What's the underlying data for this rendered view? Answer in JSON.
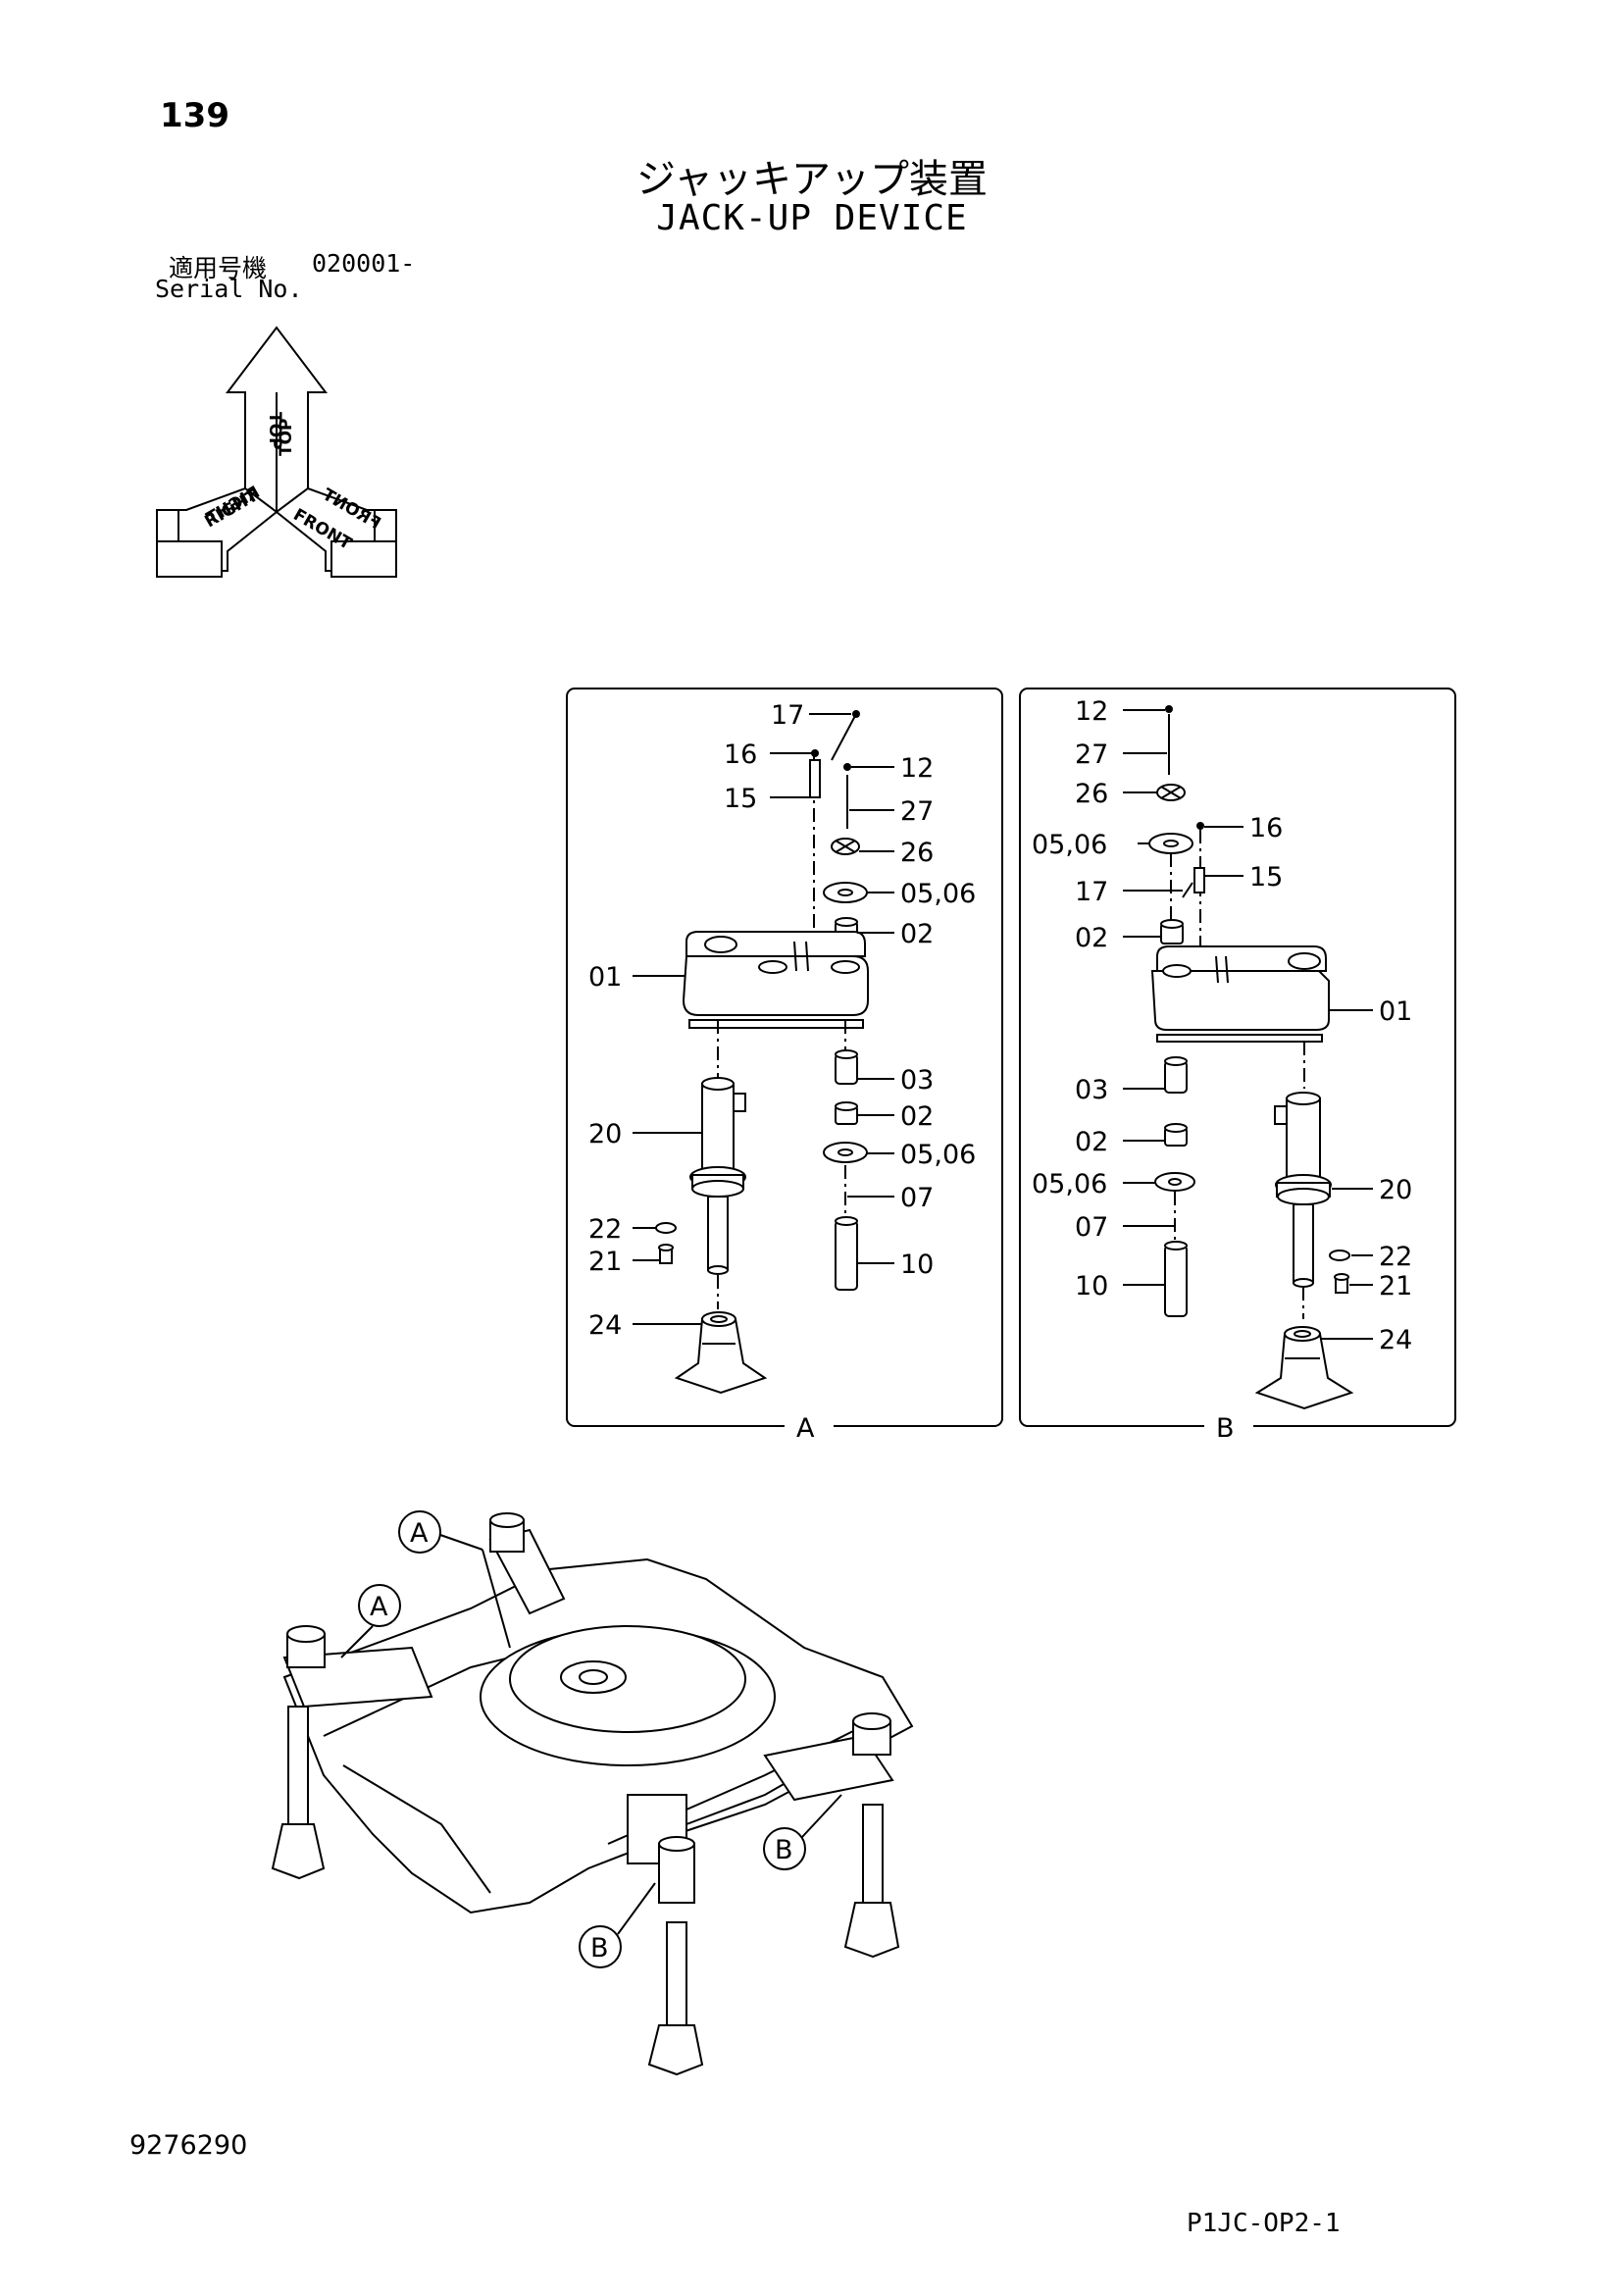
{
  "page": {
    "number": "139",
    "title_jp": "ジャッキアップ装置",
    "title_en": "JACK-UP DEVICE",
    "serial_label_jp": "適用号機",
    "serial_value": "020001-",
    "serial_label_en": "Serial No.",
    "doc_number": "9276290",
    "page_code": "P1JC-OP2-1"
  },
  "orientation": {
    "top": "TOP",
    "front": "FRONT",
    "right": "RIGHT"
  },
  "detail_a": {
    "label": "A",
    "callouts": [
      "17",
      "16",
      "12",
      "15",
      "27",
      "26",
      "05,06",
      "02",
      "01",
      "03",
      "20",
      "02",
      "05,06",
      "07",
      "22",
      "21",
      "10",
      "24"
    ]
  },
  "detail_b": {
    "label": "B",
    "callouts": [
      "12",
      "27",
      "26",
      "16",
      "05,06",
      "15",
      "17",
      "02",
      "01",
      "03",
      "02",
      "20",
      "05,06",
      "07",
      "22",
      "21",
      "10",
      "24"
    ]
  },
  "overview_markers": [
    "A",
    "A",
    "B",
    "B"
  ]
}
